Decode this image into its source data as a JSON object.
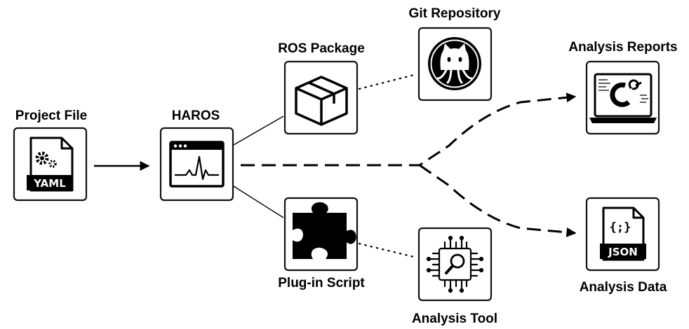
{
  "nodes": {
    "project_file": {
      "label": "Project File",
      "badge": "YAML",
      "icon": "yaml-file-icon"
    },
    "haros": {
      "label": "HAROS",
      "icon": "monitor-waveform-icon"
    },
    "ros_package": {
      "label": "ROS Package",
      "icon": "package-box-icon"
    },
    "git_repository": {
      "label": "Git Repository",
      "icon": "github-octocat-icon"
    },
    "plugin_script": {
      "label": "Plug-in Script",
      "icon": "puzzle-piece-icon"
    },
    "analysis_tool": {
      "label": "Analysis Tool",
      "icon": "circuit-magnifier-icon"
    },
    "analysis_reports": {
      "label": "Analysis Reports",
      "icon": "laptop-report-icon"
    },
    "analysis_data": {
      "label": "Analysis Data",
      "badge": "JSON",
      "braces": "{;}",
      "icon": "json-file-icon"
    }
  },
  "edges": [
    {
      "from": "project_file",
      "to": "haros",
      "style": "solid-arrow"
    },
    {
      "from": "haros",
      "to": "ros_package",
      "style": "solid-line"
    },
    {
      "from": "haros",
      "to": "plugin_script",
      "style": "solid-line"
    },
    {
      "from": "ros_package",
      "to": "git_repository",
      "style": "dotted"
    },
    {
      "from": "plugin_script",
      "to": "analysis_tool",
      "style": "dotted"
    },
    {
      "from": "haros",
      "to": "analysis_reports",
      "style": "dashed-arrow"
    },
    {
      "from": "haros",
      "to": "analysis_data",
      "style": "dashed-arrow"
    }
  ]
}
